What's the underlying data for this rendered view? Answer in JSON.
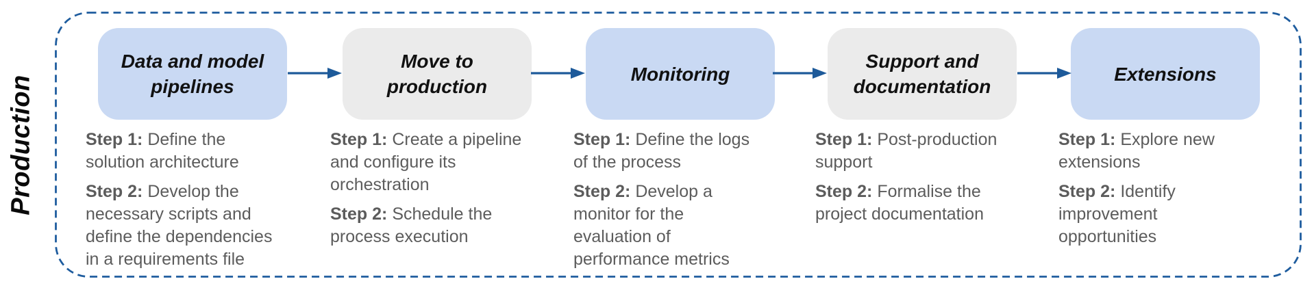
{
  "side_label": "Production",
  "colors": {
    "box_blue": "#c9d9f3",
    "box_gray": "#ebebeb",
    "frame_blue": "#1e5c9e",
    "arrow_blue": "#1d5a9a",
    "step_text": "#5c5c5c",
    "title_text": "#111111"
  },
  "arrow_icon": "arrow-right",
  "stages": [
    {
      "title": "Data and model\npipelines",
      "variant": "blue",
      "steps": [
        {
          "label": "Step 1:",
          "text": "Define the\nsolution architecture"
        },
        {
          "label": "Step 2:",
          "text": "Develop the\nnecessary scripts and\ndefine the dependencies\nin a requirements file"
        }
      ]
    },
    {
      "title": "Move to\nproduction",
      "variant": "gray",
      "steps": [
        {
          "label": "Step 1:",
          "text": "Create a pipeline\nand configure its\norchestration"
        },
        {
          "label": "Step 2:",
          "text": "Schedule the\nprocess execution"
        }
      ]
    },
    {
      "title": "Monitoring",
      "variant": "blue",
      "steps": [
        {
          "label": "Step 1:",
          "text": "Define the logs\nof the process"
        },
        {
          "label": "Step 2:",
          "text": "Develop a\nmonitor for the\nevaluation of\nperformance metrics"
        }
      ]
    },
    {
      "title": "Support and\ndocumentation",
      "variant": "gray",
      "steps": [
        {
          "label": "Step 1:",
          "text": "Post-production\nsupport"
        },
        {
          "label": "Step 2:",
          "text": "Formalise the\nproject documentation"
        }
      ]
    },
    {
      "title": "Extensions",
      "variant": "blue",
      "steps": [
        {
          "label": "Step 1:",
          "text": "Explore new\nextensions"
        },
        {
          "label": "Step 2:",
          "text": "Identify\nimprovement\nopportunities"
        }
      ]
    }
  ]
}
